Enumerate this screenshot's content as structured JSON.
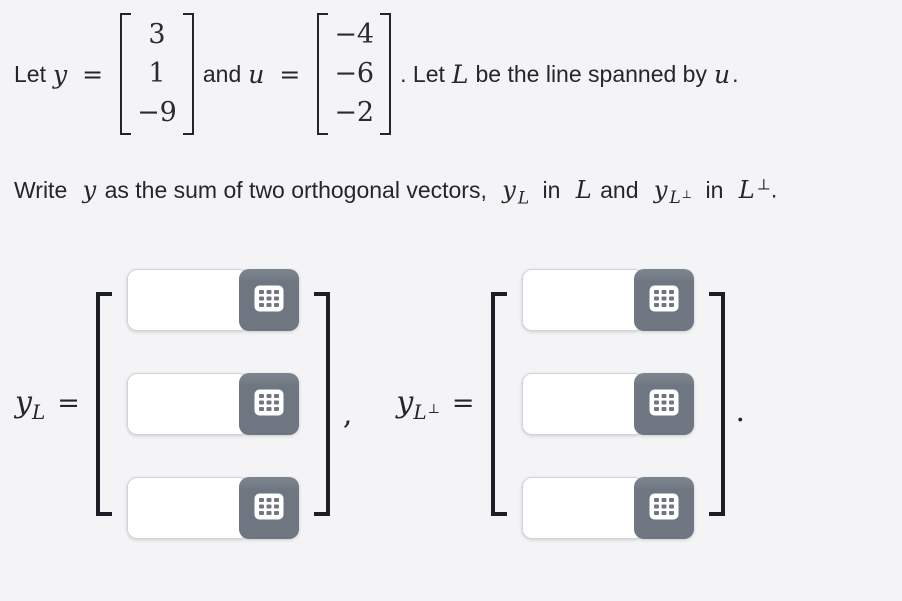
{
  "colors": {
    "background": "#f4f4f6",
    "text": "#24262c",
    "button_gray": "#6e7681",
    "bracket_dark": "#1c1f25",
    "input_border": "#d3d3d7"
  },
  "icons": {
    "matrix_entry_button": "keypad-icon"
  },
  "statement": {
    "let": "Let",
    "y_var": "y",
    "equals1": "=",
    "y_vector": [
      "3",
      "1",
      "−9"
    ],
    "and": "and",
    "u_var": "u",
    "equals2": "=",
    "u_vector": [
      "−4",
      "−6",
      "−2"
    ],
    "after_matrix": ". Let",
    "L_var": "L",
    "spanned": "be the line spanned by",
    "u_var2": "u",
    "end_period": "."
  },
  "instruction": {
    "write": "Write",
    "y_var": "y",
    "middle": "as the sum of two orthogonal vectors,",
    "yl_var": "y",
    "yl_sub": "L",
    "in1": "in",
    "l1": "L",
    "and": "and",
    "ylp_var": "y",
    "ylp_sub": "L",
    "ylp_perp": "⊥",
    "in2": "in",
    "l2": "L",
    "l2_perp": "⊥",
    "end_period": "."
  },
  "answers": {
    "left_label": {
      "var": "y",
      "sub": "L",
      "equals": "="
    },
    "left_inputs": [
      {
        "value": ""
      },
      {
        "value": ""
      },
      {
        "value": ""
      }
    ],
    "separator": ",",
    "right_label": {
      "var": "y",
      "sub": "L",
      "perp": "⊥",
      "equals": "="
    },
    "right_inputs": [
      {
        "value": ""
      },
      {
        "value": ""
      },
      {
        "value": ""
      }
    ],
    "end_period": "."
  }
}
